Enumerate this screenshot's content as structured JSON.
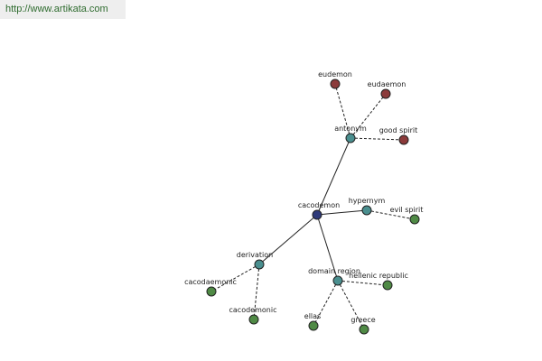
{
  "header": {
    "watermark_text": "http://www.artikata.com"
  },
  "colors": {
    "center": "#2e3a7a",
    "relation": "#4a8f8f",
    "antonym_term": "#8b3a3a",
    "related_term": "#4f8a45"
  },
  "graph": {
    "center": {
      "id": "cacodemon",
      "label": "cacodemon"
    },
    "relations": [
      {
        "id": "antonym",
        "label": "antonym"
      },
      {
        "id": "hypernym",
        "label": "hypernym"
      },
      {
        "id": "derivation",
        "label": "derivation"
      },
      {
        "id": "domain-region",
        "label": "domain region"
      }
    ],
    "terms": [
      {
        "id": "eudemon",
        "label": "eudemon",
        "relation": "antonym"
      },
      {
        "id": "eudaemon",
        "label": "eudaemon",
        "relation": "antonym"
      },
      {
        "id": "good-spirit",
        "label": "good spirit",
        "relation": "antonym"
      },
      {
        "id": "evil-spirit",
        "label": "evil spirit",
        "relation": "hypernym"
      },
      {
        "id": "cacodaemonic",
        "label": "cacodaemonic",
        "relation": "derivation"
      },
      {
        "id": "cacodemonic",
        "label": "cacodemonic",
        "relation": "derivation"
      },
      {
        "id": "hellenic-republic",
        "label": "hellenic republic",
        "relation": "domain-region"
      },
      {
        "id": "ellas",
        "label": "ellas",
        "relation": "domain-region"
      },
      {
        "id": "greece",
        "label": "greece",
        "relation": "domain-region"
      }
    ]
  }
}
